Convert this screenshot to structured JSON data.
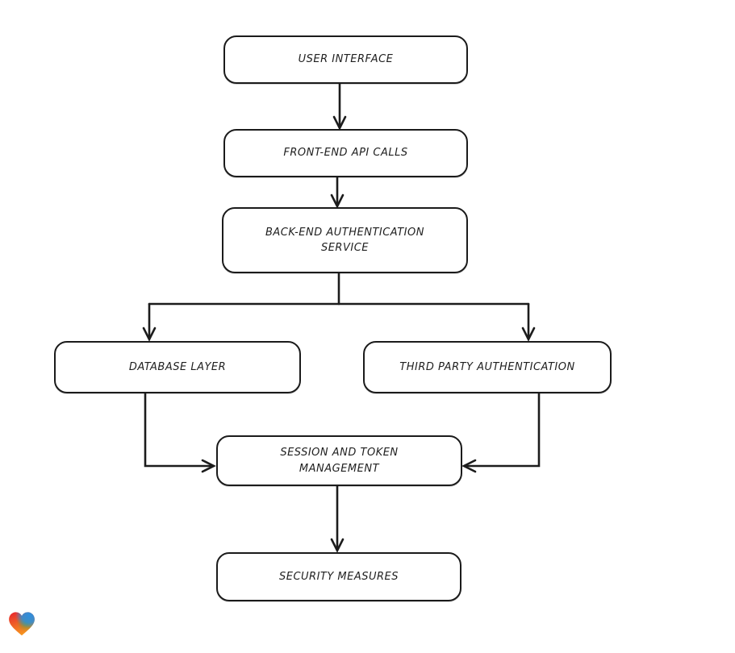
{
  "diagram": {
    "background_color": "#ffffff",
    "stroke_color": "#1c1c1c",
    "node_fill_color": "#ffffff",
    "nodes": [
      {
        "id": "user-interface",
        "label": "USER INTERFACE"
      },
      {
        "id": "front-end-api-calls",
        "label": "FRONT-END API CALLS"
      },
      {
        "id": "back-end-authentication-service",
        "label": "BACK-END AUTHENTICATION\nSERVICE"
      },
      {
        "id": "database-layer",
        "label": "DATABASE LAYER"
      },
      {
        "id": "third-party-authentication",
        "label": "THIRD PARTY AUTHENTICATION"
      },
      {
        "id": "session-and-token-management",
        "label": "SESSION AND TOKEN\nMANAGEMENT"
      },
      {
        "id": "security-measures",
        "label": "SECURITY MEASURES"
      }
    ],
    "edges": [
      {
        "from": "user-interface",
        "to": "front-end-api-calls"
      },
      {
        "from": "front-end-api-calls",
        "to": "back-end-authentication-service"
      },
      {
        "from": "back-end-authentication-service",
        "to": "database-layer"
      },
      {
        "from": "back-end-authentication-service",
        "to": "third-party-authentication"
      },
      {
        "from": "database-layer",
        "to": "session-and-token-management"
      },
      {
        "from": "third-party-authentication",
        "to": "session-and-token-management"
      },
      {
        "from": "session-and-token-management",
        "to": "security-measures"
      }
    ]
  },
  "logo": {
    "icon": "gradient-heart-logo",
    "colors": [
      "#e8232e",
      "#2e8fdd",
      "#58a33c",
      "#f59420"
    ]
  }
}
